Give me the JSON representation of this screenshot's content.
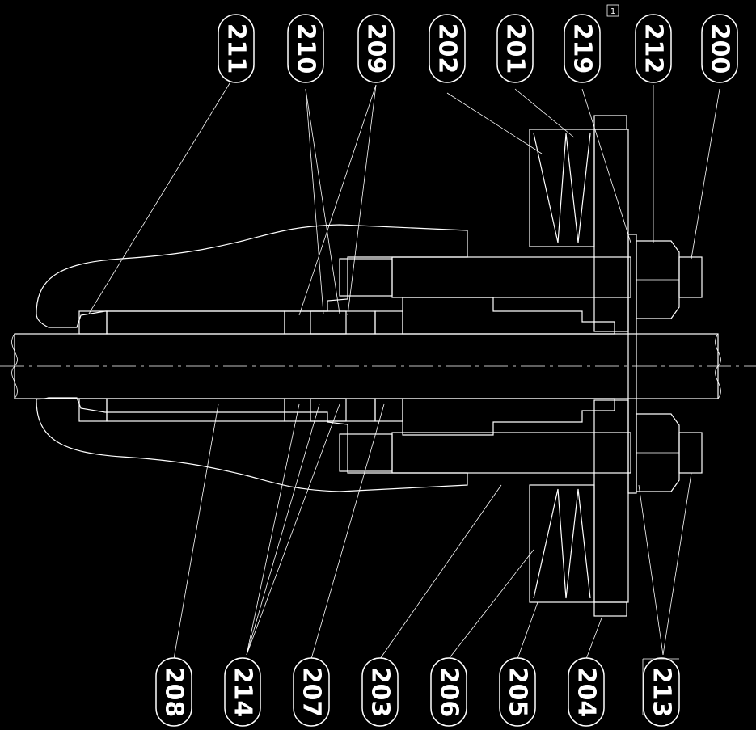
{
  "top_callouts": [
    {
      "id": "c211",
      "text": "211"
    },
    {
      "id": "c210",
      "text": "210"
    },
    {
      "id": "c209",
      "text": "209"
    },
    {
      "id": "c202",
      "text": "202"
    },
    {
      "id": "c201",
      "text": "201"
    },
    {
      "id": "c219",
      "text": "219"
    },
    {
      "id": "c212",
      "text": "212"
    },
    {
      "id": "c200",
      "text": "200"
    }
  ],
  "bottom_callouts": [
    {
      "id": "c208",
      "text": "208"
    },
    {
      "id": "c214",
      "text": "214"
    },
    {
      "id": "c207",
      "text": "207"
    },
    {
      "id": "c203",
      "text": "203"
    },
    {
      "id": "c206",
      "text": "206"
    },
    {
      "id": "c205",
      "text": "205"
    },
    {
      "id": "c204",
      "text": "204"
    },
    {
      "id": "c213",
      "text": "213"
    }
  ],
  "revision_mark": "1"
}
